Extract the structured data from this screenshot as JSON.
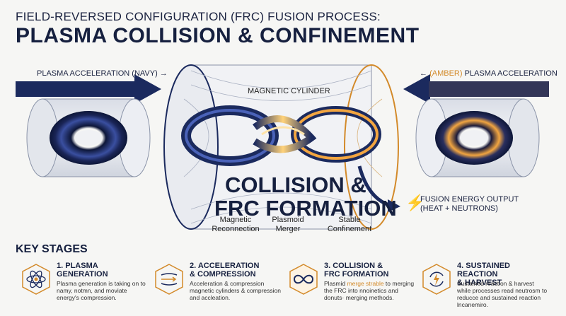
{
  "header": {
    "title_line1": "FIELD-REVERSED CONFIGURATION (FRC) FUSION PROCESS:",
    "title_line2": "PLASMA COLLISION & CONFINEMENT"
  },
  "diagram": {
    "left_accel_label": "PLASMA ACCELERATION (NAVY) →",
    "right_accel_label_prefix": "← ",
    "right_accel_label_amber": "(AMBER)",
    "right_accel_label_suffix": " PLASMA ACCELERATION",
    "cylinder_label": "MAGNETIC CYLINDER",
    "collision_line1": "COLLISION &",
    "collision_line2": "FRC FORMATION",
    "sub_labels": [
      "Magnetic\nReconnection",
      "Plasmoid\nMerger",
      "Stable\nConfinement"
    ],
    "output_line1": "FUSION ENERGY OUTPUT",
    "output_line2": "(HEAT + NEUTRONS)",
    "colors": {
      "navy": "#1b2a5e",
      "amber": "#e5962e"
    }
  },
  "key_stages": {
    "heading": "KEY STAGES",
    "items": [
      {
        "icon": "atom-icon",
        "title": "1. PLASMA\nGENERATION",
        "body": "Plasma generation is taking on to namy, notmn, and moviate energy's compression."
      },
      {
        "icon": "compression-icon",
        "title": "2. ACCELERATION\n& COMPRESSION",
        "body": "Acceleration & compression magnetic cylinders & compression and accleation."
      },
      {
        "icon": "infinity-icon",
        "title": "3. COLLISION &\nFRC FORMATION",
        "body_pre": "Plasmid ",
        "body_hl": "merge strable",
        "body_post": " to merging the FRC into nnoinetics and donuts· merging methods."
      },
      {
        "icon": "power-cycle-icon",
        "title": "4. SUSTAINED REACTION\n& HARVEST",
        "body": "Sustained reaction & harvest while processes read neutrosm to reducce and sustained reaction lncanemiro."
      }
    ]
  }
}
